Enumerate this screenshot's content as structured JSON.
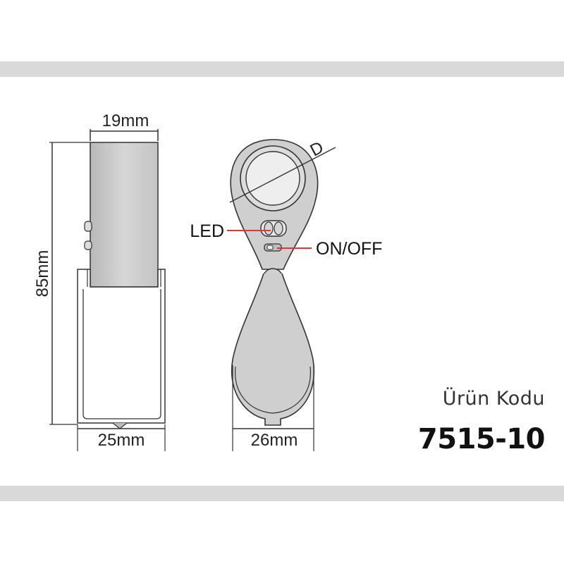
{
  "dimensions": {
    "side_width": "19mm",
    "height": "85mm",
    "base_width": "25mm",
    "loupe_width": "26mm",
    "lens_diameter": "D"
  },
  "callouts": {
    "led": "LED",
    "on_off": "ON/OFF"
  },
  "product": {
    "label": "Ürün Kodu",
    "code": "7515-10"
  },
  "colors": {
    "outline": "#333333",
    "body_fill": "#cfcfcf",
    "callout_line": "#d63a3a",
    "band": "#d9d9d9"
  }
}
